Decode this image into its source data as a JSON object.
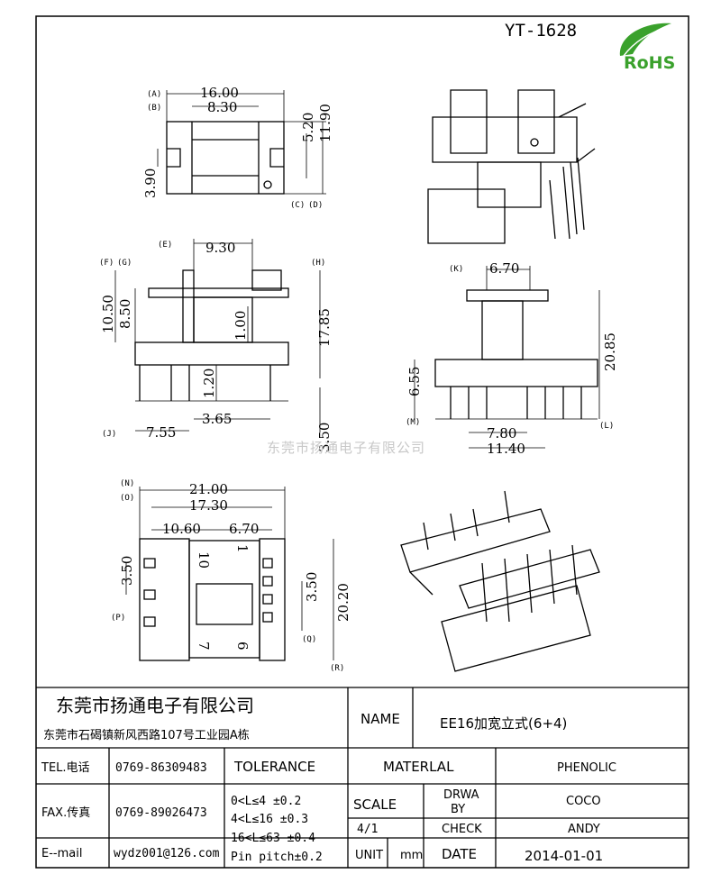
{
  "part_number": "YT-1628",
  "logo": {
    "text": "RoHS",
    "color": "#3aa12c"
  },
  "watermark": "东莞市扬通电子有限公司",
  "views": {
    "top": {
      "dims": [
        "16.00",
        "8.30",
        "5.20",
        "11.90",
        "3.90"
      ],
      "tags": [
        "(A)",
        "(B)",
        "(C)",
        "(D)"
      ]
    },
    "front": {
      "dims": [
        "9.30",
        "10.50",
        "8.50",
        "1.00",
        "17.85",
        "1.20",
        "3.65",
        "3.50",
        "7.55"
      ],
      "tags": [
        "(E)",
        "(F)",
        "(G)",
        "(H)",
        "(J)"
      ]
    },
    "side": {
      "dims": [
        "6.70",
        "20.85",
        "6.55",
        "7.80",
        "11.40"
      ],
      "tags": [
        "(K)",
        "(M)",
        "(L)"
      ]
    },
    "bottom": {
      "dims": [
        "21.00",
        "17.30",
        "10.60",
        "6.70",
        "3.50",
        "3.50",
        "20.20"
      ],
      "tags": [
        "(N)",
        "(O)",
        "(P)",
        "(Q)",
        "(R)"
      ],
      "pin_marks": [
        "10",
        "1",
        "7",
        "6"
      ]
    }
  },
  "title_block": {
    "company": "东莞市扬通电子有限公司",
    "address": "东莞市石碣镇新风西路107号工业园A栋",
    "name_label": "NAME",
    "name_value": "EE16加宽立式(6+4)",
    "tel_label": "TEL.电话",
    "tel_value": "0769-86309483",
    "fax_label": "FAX.传真",
    "fax_value": "0769-89026473",
    "email_label": "E--mail",
    "email_value": "wydz001@126.com",
    "tolerance_label": "TOLERANCE",
    "tolerance_lines": [
      "0<L≤4   ±0.2",
      "4<L≤16  ±0.3",
      "16<L≤63 ±0.4",
      "Pin pitch±0.2"
    ],
    "material_label": "MATERLAL",
    "material_value": "PHENOLIC",
    "scale_label": "SCALE",
    "scale_value": "4/1",
    "unit_label": "UNIT",
    "unit_value": "mm",
    "drawn_label_1": "DRWA",
    "drawn_label_2": "BY",
    "drawn_value": "COCO",
    "check_label": "CHECK",
    "check_value": "ANDY",
    "date_label": "DATE",
    "date_value": "2014-01-01"
  }
}
